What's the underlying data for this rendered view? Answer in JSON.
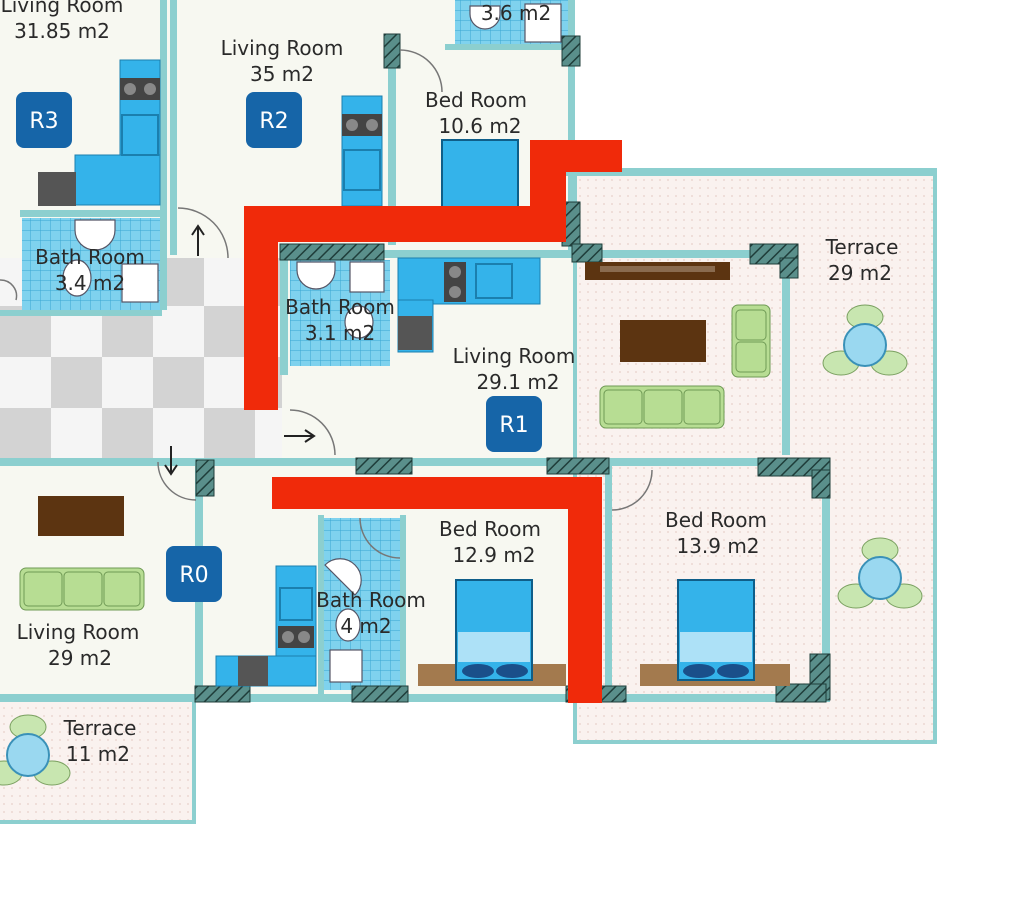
{
  "plan": {
    "rooms": [
      {
        "id": "r3_living",
        "name": "Living Room",
        "area": "31.85 m2"
      },
      {
        "id": "r2_living",
        "name": "Living Room",
        "area": "35 m2"
      },
      {
        "id": "top_bath",
        "name": "",
        "area": "3.6 m2"
      },
      {
        "id": "bed_10",
        "name": "Bed Room",
        "area": "10.6 m2"
      },
      {
        "id": "r3_bath",
        "name": "Bath Room",
        "area": "3.4 m2"
      },
      {
        "id": "r1_bath",
        "name": "Bath Room",
        "area": "3.1 m2"
      },
      {
        "id": "r1_living",
        "name": "Living Room",
        "area": "29.1 m2"
      },
      {
        "id": "terrace_29",
        "name": "Terrace",
        "area": "29 m2"
      },
      {
        "id": "bed_12",
        "name": "Bed Room",
        "area": "12.9 m2"
      },
      {
        "id": "bed_13",
        "name": "Bed Room",
        "area": "13.9 m2"
      },
      {
        "id": "r0_bath",
        "name": "Bath Room",
        "area": "4 m2"
      },
      {
        "id": "r0_living",
        "name": "Living Room",
        "area": "29 m2"
      },
      {
        "id": "terrace_11",
        "name": "Terrace",
        "area": "11 m2"
      }
    ],
    "badges": [
      "R3",
      "R2",
      "R1",
      "R0"
    ],
    "colors": {
      "wall": "#8ccfcf",
      "floor": "#f7f8f1",
      "tile": "#5fc3e6",
      "badge": "#1665a8",
      "highlight": "#f02a0a",
      "sofa": "#b7dd93",
      "table": "#5c3411",
      "bed": "#34b3ea"
    }
  }
}
